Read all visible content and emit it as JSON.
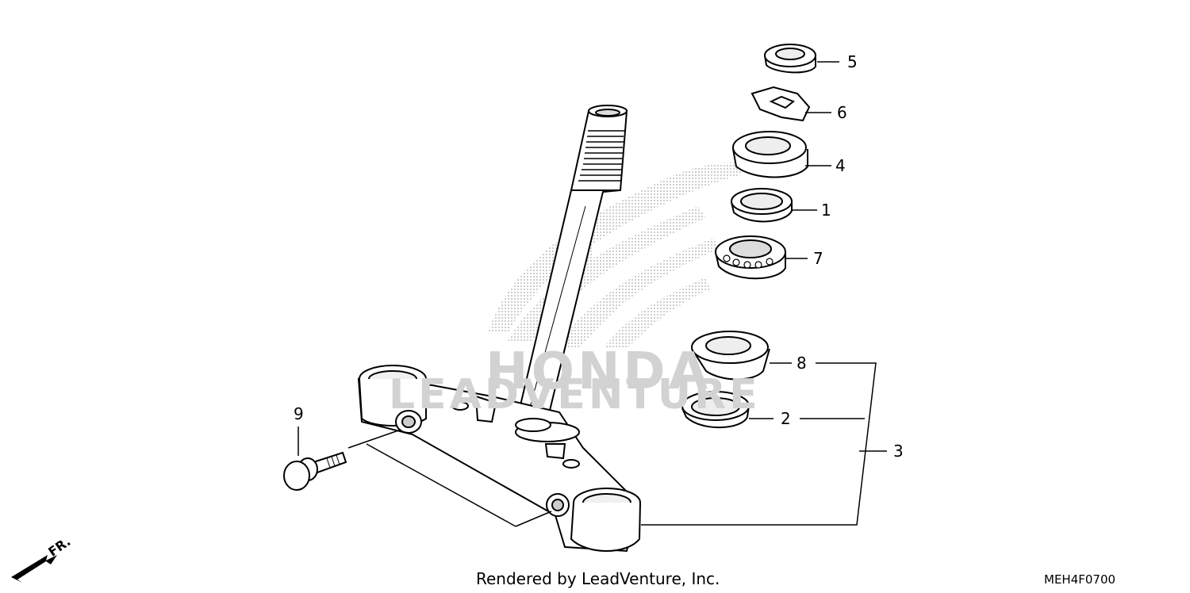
{
  "callouts": [
    {
      "id": "p1",
      "label": "1"
    },
    {
      "id": "p2",
      "label": "2"
    },
    {
      "id": "p3",
      "label": "3"
    },
    {
      "id": "p4",
      "label": "4"
    },
    {
      "id": "p5",
      "label": "5"
    },
    {
      "id": "p6",
      "label": "6"
    },
    {
      "id": "p7",
      "label": "7"
    },
    {
      "id": "p8",
      "label": "8"
    },
    {
      "id": "p9",
      "label": "9"
    }
  ],
  "watermark": {
    "line1": "HONDA",
    "line2": "LEADVENTURE"
  },
  "direction": {
    "label": "FR."
  },
  "footer": {
    "credit": "Rendered by LeadVenture, Inc.",
    "code": "MEH4F0700"
  }
}
